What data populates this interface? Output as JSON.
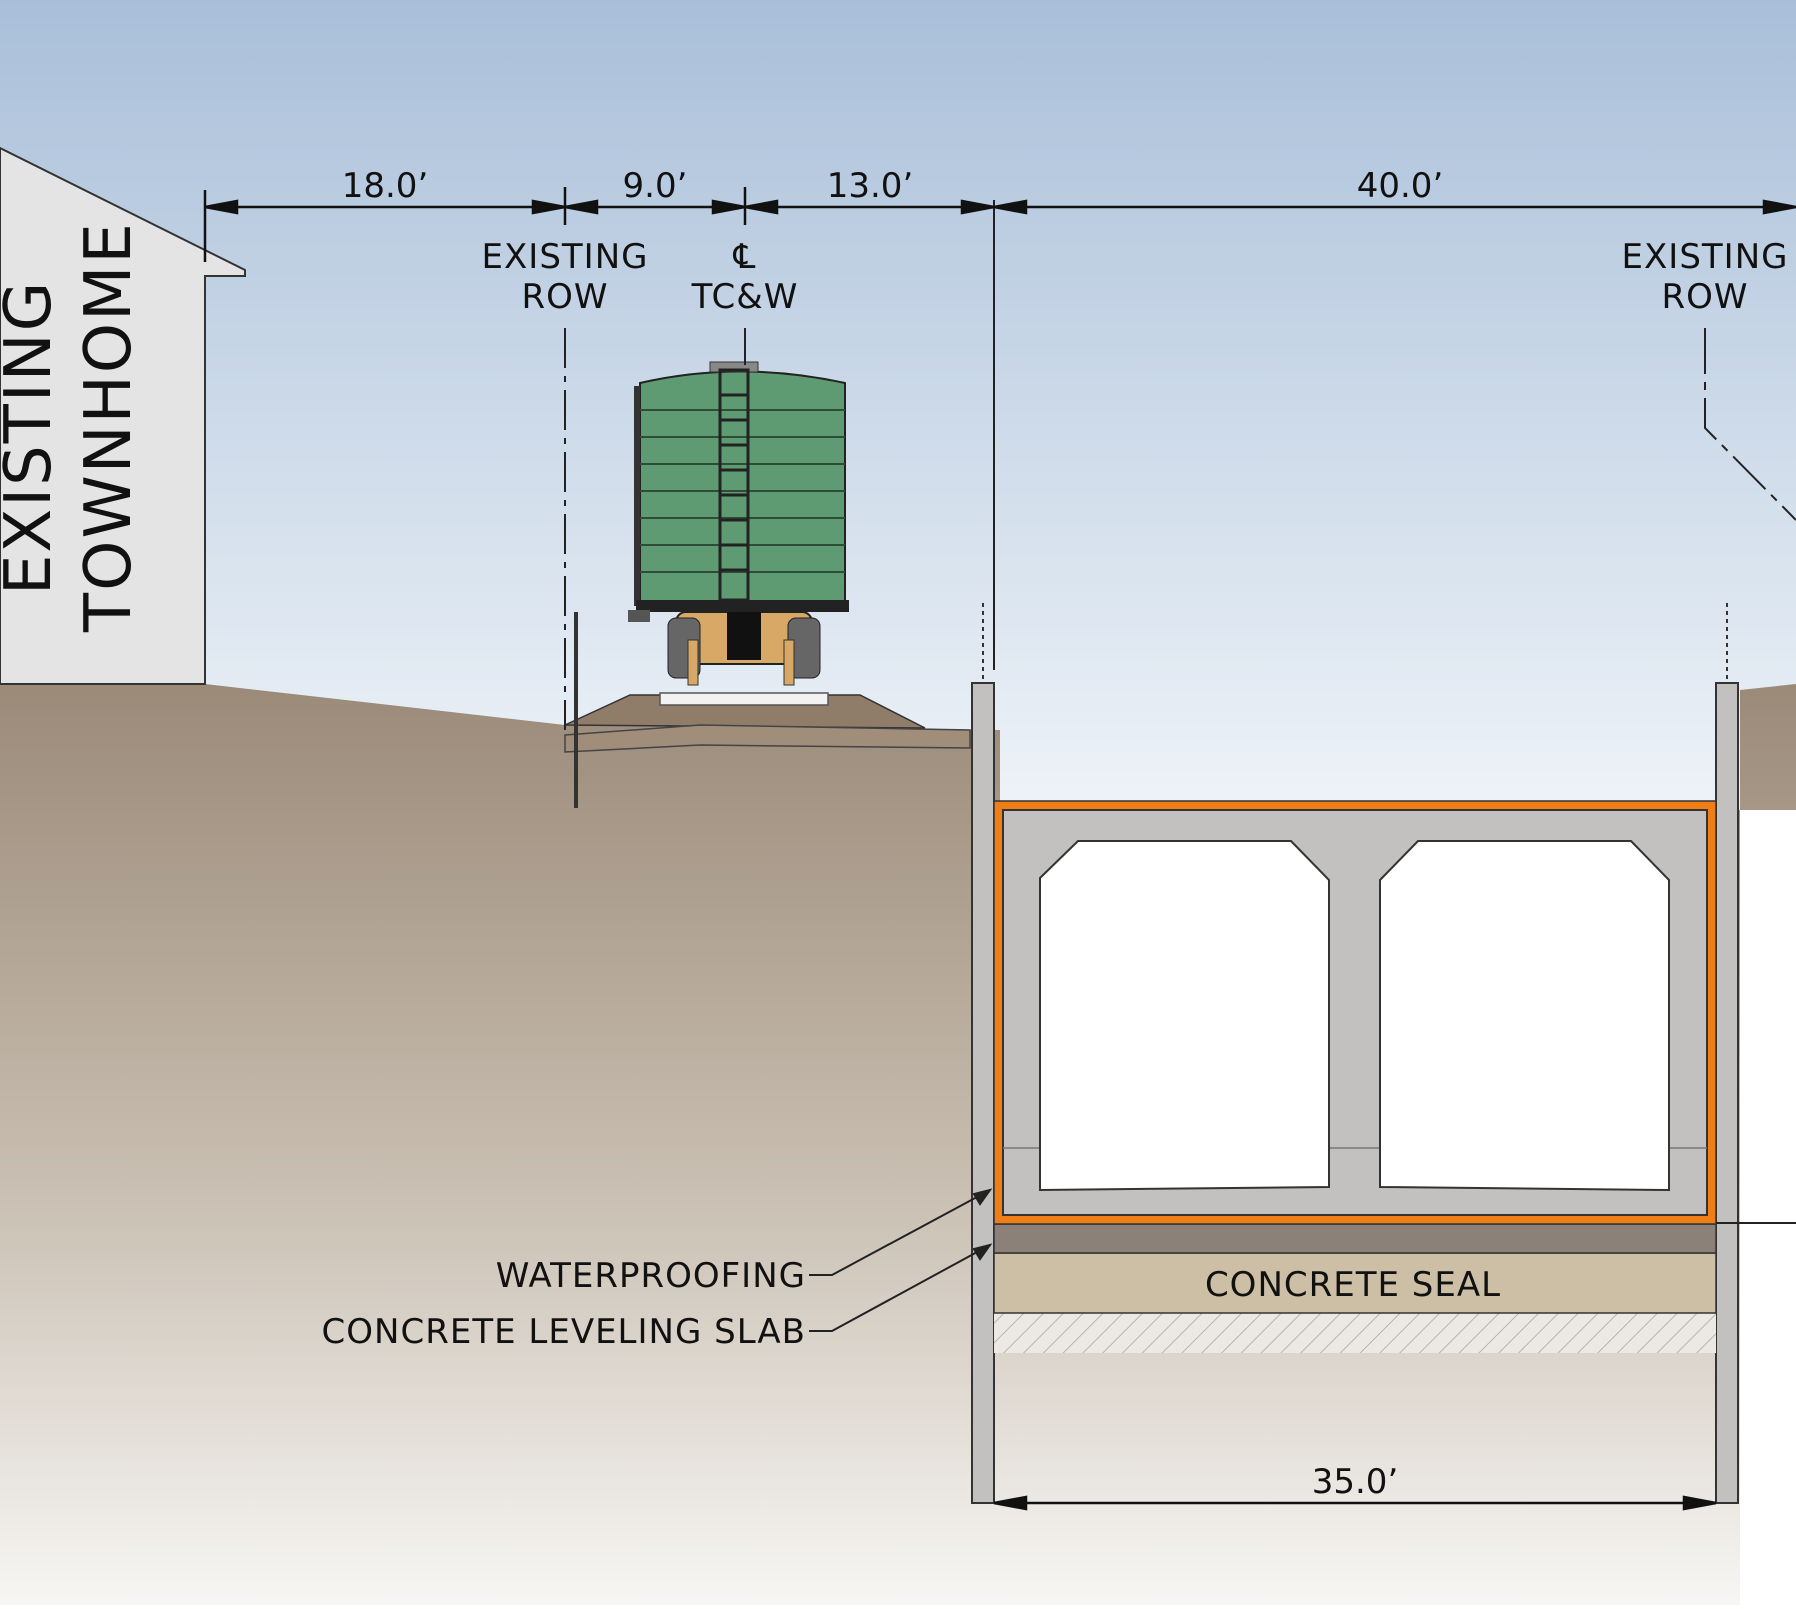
{
  "labels": {
    "townhome_line1": "EXISTING",
    "townhome_line2": "TOWNHOME",
    "row_left_line1": "EXISTING",
    "row_left_line2": "ROW",
    "centerline_symbol": "℄",
    "centerline_name": "TC&W",
    "row_right_line1": "EXISTING",
    "row_right_line2": "ROW",
    "waterproofing": "WATERPROOFING",
    "leveling_slab": "CONCRETE LEVELING SLAB",
    "concrete_seal": "CONCRETE SEAL"
  },
  "dimensions": {
    "d1": "18.0’",
    "d2": "9.0’",
    "d3": "13.0’",
    "d4": "40.0’",
    "box_width": "35.0’"
  },
  "colors": {
    "sky_top": "#a9bfd9",
    "sky_bottom": "#eef3f8",
    "soil_top": "#9b8a78",
    "soil_bottom": "#f7f6f4",
    "box_concrete": "#c3c1c0",
    "waterproofing": "#f07e16",
    "leveling_slab": "#8b8178",
    "concrete_seal": "#cdbfa6",
    "railcar": "#5e9b72",
    "townhome": "#e4e4e4"
  }
}
